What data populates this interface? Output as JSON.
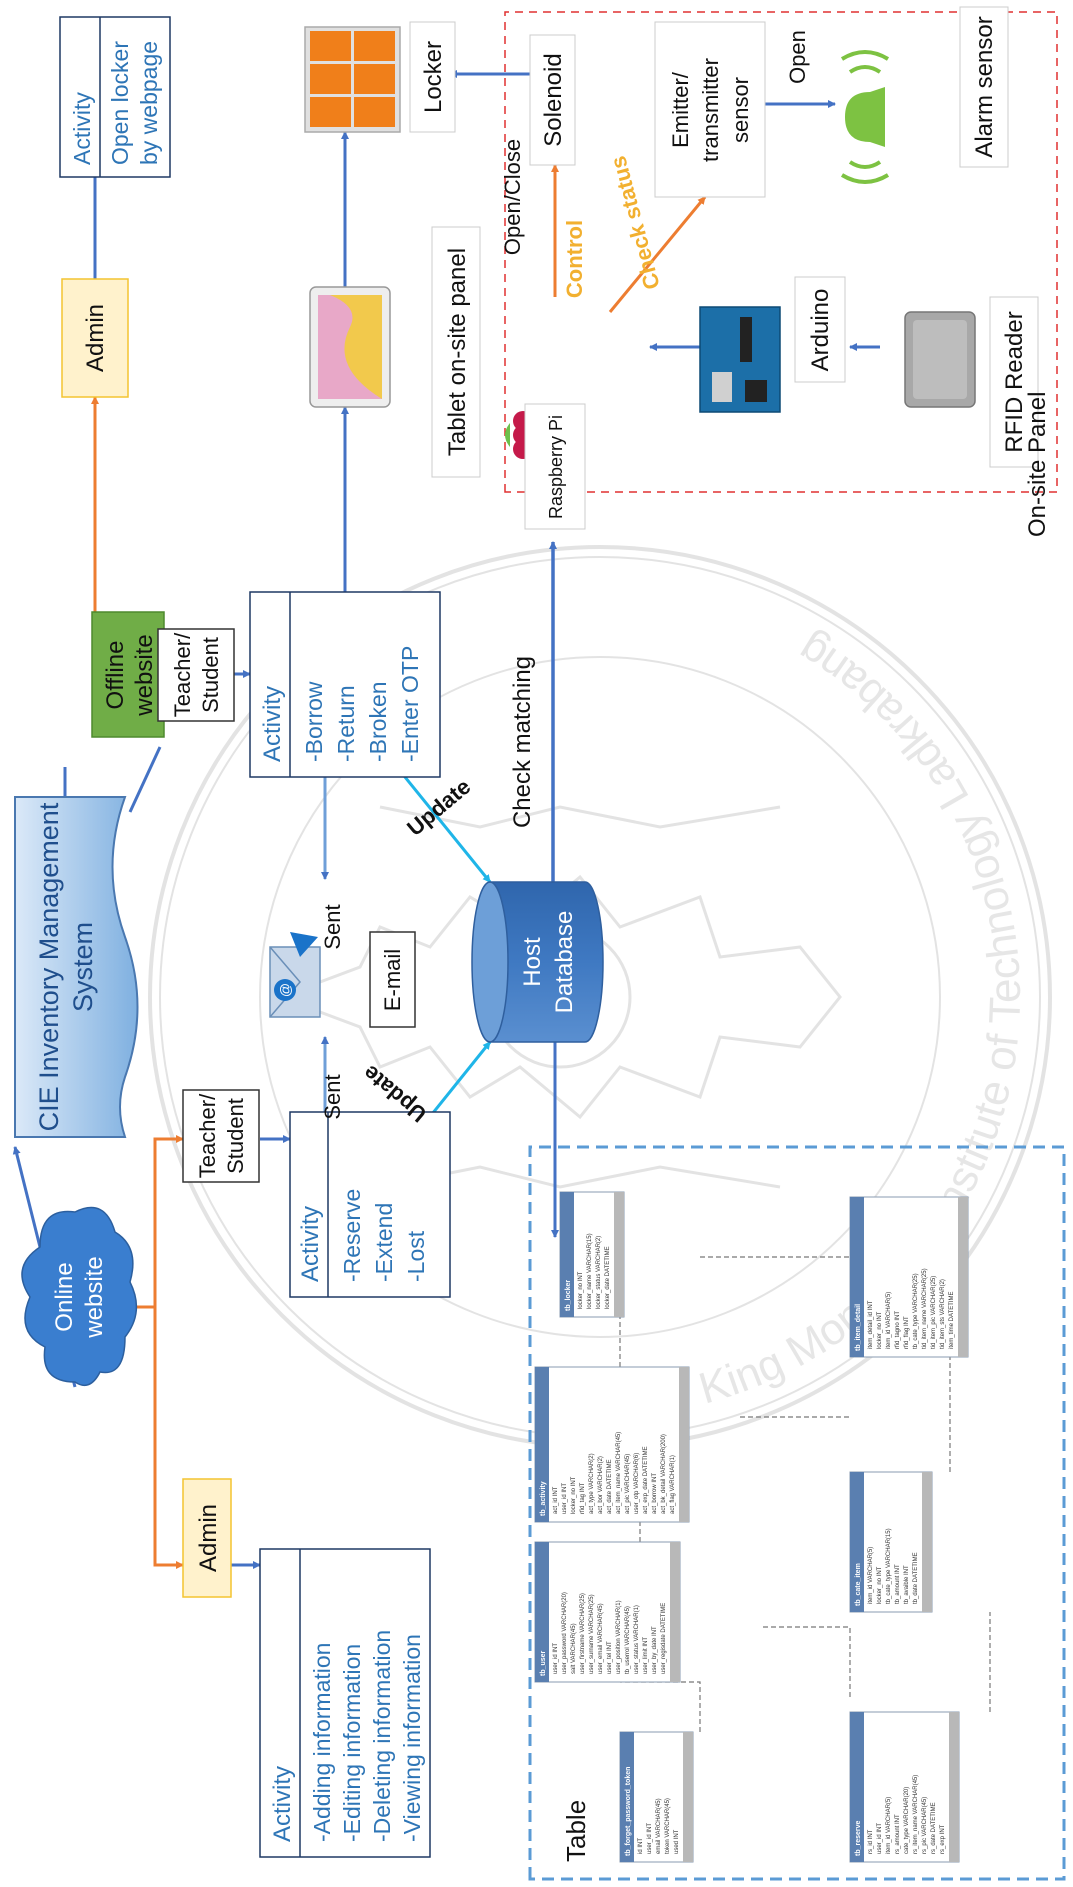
{
  "system_title": [
    "CIE Inventory Management",
    "System"
  ],
  "online_website": [
    "Online",
    "website"
  ],
  "offline_website": [
    "Offline",
    "website"
  ],
  "admin_label": "Admin",
  "teacher_student": [
    "Teacher/",
    "Student"
  ],
  "activity_heading": "Activity",
  "online_admin_activities": [
    "-Adding information",
    "-Editing information",
    "-Deleting information",
    "-Viewing information"
  ],
  "online_user_activities": [
    "-Reserve",
    "-Extend",
    "-Lost"
  ],
  "offline_user_activities": [
    "-Borrow",
    "-Return",
    "-Broken",
    "-Enter OTP"
  ],
  "offline_admin_activity": [
    "Open locker",
    "by webpage"
  ],
  "email_label": "E-mail",
  "sent_label": "Sent",
  "update_label": "Update",
  "host_database": [
    "Host",
    "Database"
  ],
  "check_matching": "Check matching",
  "tablet_label": "Tablet on-site panel",
  "locker_label": "Locker",
  "solenoid_label": "Solenoid",
  "open_close_label": "Open/Close",
  "control_label": "Control",
  "check_status_label": "Check status",
  "emitter_label": [
    "Emitter/",
    "transmitter",
    "sensor"
  ],
  "open_label": "Open",
  "alarm_label": "Alarm sensor",
  "raspberry_pi_label": "Raspberry Pi",
  "arduino_label": "Arduino",
  "rfid_label": "RFID Reader",
  "onsite_panel_label": "On-site Panel",
  "table_label": "Table",
  "watermark_text": "King Mongkut's Institute of Technology Ladkrabang",
  "colors": {
    "blue_line": "#4472c4",
    "orange_line": "#ed7d31",
    "cyan_line": "#1fb5e8",
    "activity_text": "#2e75b6",
    "admin_fill": "#fff2cc",
    "admin_stroke": "#f4c430",
    "offline_fill": "#70ad47",
    "red_dash": "#e03030",
    "table_dash": "#5b9bd5"
  },
  "db_tables": [
    {
      "name": "tb_forget_password_token",
      "fields": [
        "id INT",
        "user_id INT",
        "email VARCHAR(45)",
        "token VARCHAR(45)",
        "used INT"
      ]
    },
    {
      "name": "tb_user",
      "fields": [
        "user_id INT",
        "user_password VARCHAR(20)",
        "salt VARCHAR(45)",
        "user_firstname VARCHAR(25)",
        "user_surname VARCHAR(25)",
        "user_email VARCHAR(45)",
        "user_tel INT",
        "user_position VARCHAR(1)",
        "tb_userrol VARCHAR(45)",
        "user_status VARCHAR(1)",
        "user_limit INT",
        "user_by_date INT",
        "user_regisdate DATETIME"
      ]
    },
    {
      "name": "tb_reserve",
      "fields": [
        "rs_id INT",
        "user_id INT",
        "item_id VARCHAR(5)",
        "rs_amount INT",
        "cate_type VARCHAR(20)",
        "rs_item_name VARCHAR(45)",
        "rs_pic VARCHAR(45)",
        "rs_date DATETIME",
        "rs_exp INT"
      ]
    },
    {
      "name": "tb_activity",
      "fields": [
        "act_id INT",
        "user_id INT",
        "locker_no INT",
        "rfid_tag INT",
        "act_type VARCHAR(2)",
        "act_bor VARCHAR(2)",
        "act_date DATETIME",
        "act_item_name VARCHAR(45)",
        "act_pic VARCHAR(45)",
        "user_otp VARCHAR(6)",
        "act_exp_date DATETIME",
        "act_borrow INT",
        "act_bk_detail VARCHAR(200)",
        "act_flag VARCHAR(1)"
      ]
    },
    {
      "name": "tb_cate_item",
      "fields": [
        "item_id VARCHAR(5)",
        "locker_no INT",
        "tb_cate_type VARCHAR(15)",
        "tb_amount INT",
        "tb_avaible INT",
        "tb_date DATETIME"
      ]
    },
    {
      "name": "tb_locker",
      "fields": [
        "locker_no INT",
        "locker_name VARCHAR(15)",
        "locker_status VARCHAR(2)",
        "locker_date DATETIME"
      ]
    },
    {
      "name": "tb_item_detail",
      "fields": [
        "item_detail_id INT",
        "locker_no INT",
        "item_id VARCHAR(5)",
        "rfid_tagno INT",
        "rfid_flag INT",
        "tb_cate_type VARCHAR(25)",
        "tid_item_name VARCHAR(25)",
        "tid_item_pic VARCHAR(25)",
        "tid_item_sts VARCHAR(2)",
        "item_time DATETIME"
      ]
    }
  ]
}
